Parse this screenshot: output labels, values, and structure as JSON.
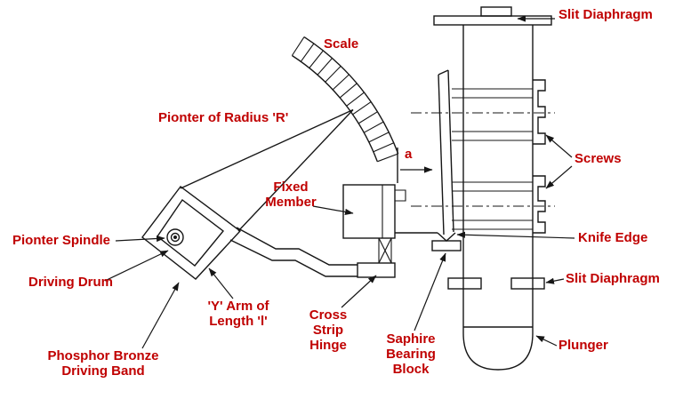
{
  "diagram": {
    "description": "Labelled line drawing of a mechanical comparator (pointer, scale, plunger and knife-edge mechanism)",
    "colors": {
      "label": "#c00000",
      "line": "#161616",
      "background": "#ffffff"
    },
    "labels": {
      "slit_diaphragm_top": "Slit Diaphragm",
      "scale": "Scale",
      "pointer_radius": "Pionter of Radius 'R'",
      "dimension_a": "a",
      "screws": "Screws",
      "fixed_member": "Fixed\nMember",
      "knife_edge": "Knife Edge",
      "pointer_spindle": "Pionter Spindle",
      "driving_drum": "Driving Drum",
      "y_arm": "'Y' Arm of\nLength 'l'",
      "cross_strip_hinge": "Cross\nStrip\nHinge",
      "slit_diaphragm_lower": "Slit Diaphragm",
      "sapphire_bearing_block": "Saphire\nBearing\nBlock",
      "plunger": "Plunger",
      "phosphor_bronze_band": "Phosphor Bronze\nDriving Band"
    }
  }
}
